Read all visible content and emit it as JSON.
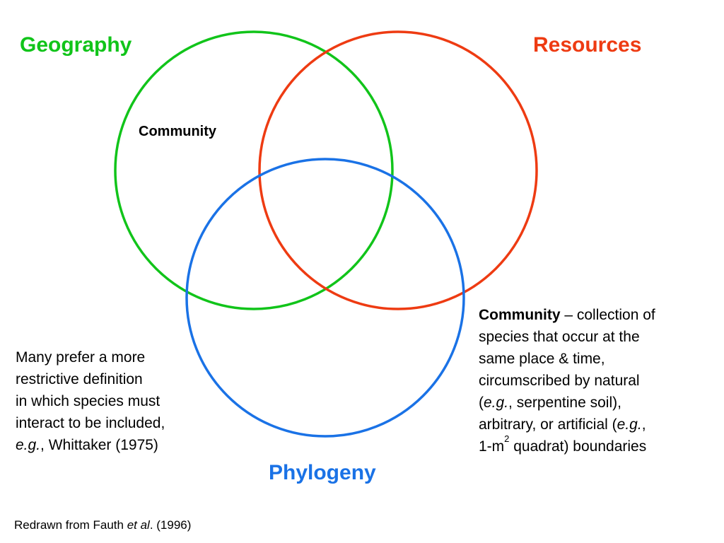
{
  "labels": {
    "geography": "Geography",
    "resources": "Resources",
    "phylogeny": "Phylogeny",
    "community_center": "Community"
  },
  "colors": {
    "geography": "#11c41a",
    "resources": "#ee3b12",
    "phylogeny": "#1a72e6"
  },
  "left_note": {
    "line1": "Many prefer a more",
    "line2": "restrictive definition",
    "line3": "in which species must",
    "line4": "interact to be included,",
    "line5_italic": "e.g.",
    "line5_rest": ", Whittaker (1975)"
  },
  "right_note": {
    "term": "Community",
    "line1_rest": " – collection of",
    "line2": "species that occur at the",
    "line3": "same place & time,",
    "line4": "circumscribed by natural",
    "line5_open": "(",
    "line5_italic": "e.g.",
    "line5_rest": ", serpentine soil),",
    "line6_start": "arbitrary, or artificial (",
    "line6_italic": "e.g.",
    "line6_end": ",",
    "line7_start": "1-m",
    "line7_sup": "2",
    "line7_end": " quadrat) boundaries"
  },
  "credit": {
    "start": "Redrawn from Fauth ",
    "italic": "et al",
    "end": ". (1996)"
  }
}
